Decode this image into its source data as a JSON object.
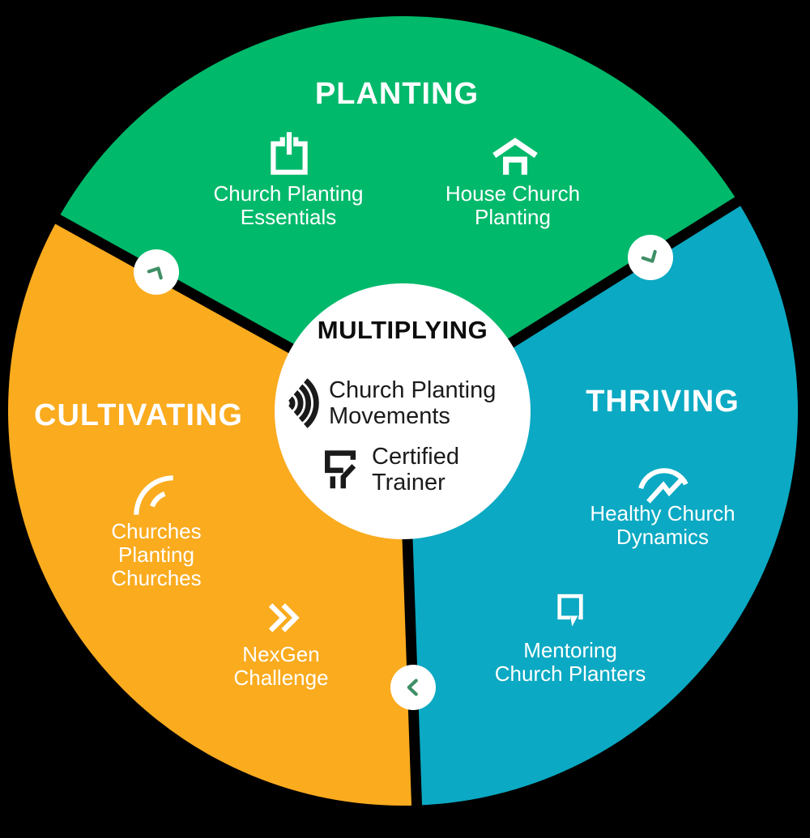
{
  "colors": {
    "background": "#000000",
    "planting_green": "#00b96b",
    "thriving_teal": "#0ba9c3",
    "cultivating_orange": "#faab1e",
    "hub_white": "#ffffff",
    "hub_text": "#1b1b1b",
    "segment_text": "#ffffff",
    "node_chevron_green": "#3f8f66"
  },
  "hub": {
    "title": "MULTIPLYING",
    "movements": {
      "icon": "broadcast-waves-icon",
      "line1": "Church Planting",
      "line2": "Movements"
    },
    "trainer": {
      "icon": "trainer-mark-icon",
      "line1": "Certified",
      "line2": "Trainer"
    }
  },
  "segments": {
    "planting": {
      "title": "PLANTING",
      "items": [
        {
          "icon": "seedling-box-icon",
          "line1": "Church Planting",
          "line2": "Essentials"
        },
        {
          "icon": "house-icon",
          "line1": "House Church",
          "line2": "Planting"
        }
      ]
    },
    "thriving": {
      "title": "THRIVING",
      "items": [
        {
          "icon": "pulse-gauge-icon",
          "line1": "Healthy Church",
          "line2": "Dynamics"
        },
        {
          "icon": "speech-bubble-icon",
          "line1": "Mentoring",
          "line2": "Church Planters"
        }
      ]
    },
    "cultivating": {
      "title": "CULTIVATING",
      "items": [
        {
          "icon": "ripple-arcs-icon",
          "line1": "Churches",
          "line2": "Planting",
          "line3": "Churches"
        },
        {
          "icon": "double-chevron-icon",
          "line1": "NexGen",
          "line2": "Challenge"
        }
      ]
    }
  },
  "cycle_nodes": [
    {
      "position": "upper-left",
      "icon": "chevron-up-right-icon"
    },
    {
      "position": "upper-right",
      "icon": "chevron-down-right-icon"
    },
    {
      "position": "bottom",
      "icon": "chevron-left-icon"
    }
  ]
}
